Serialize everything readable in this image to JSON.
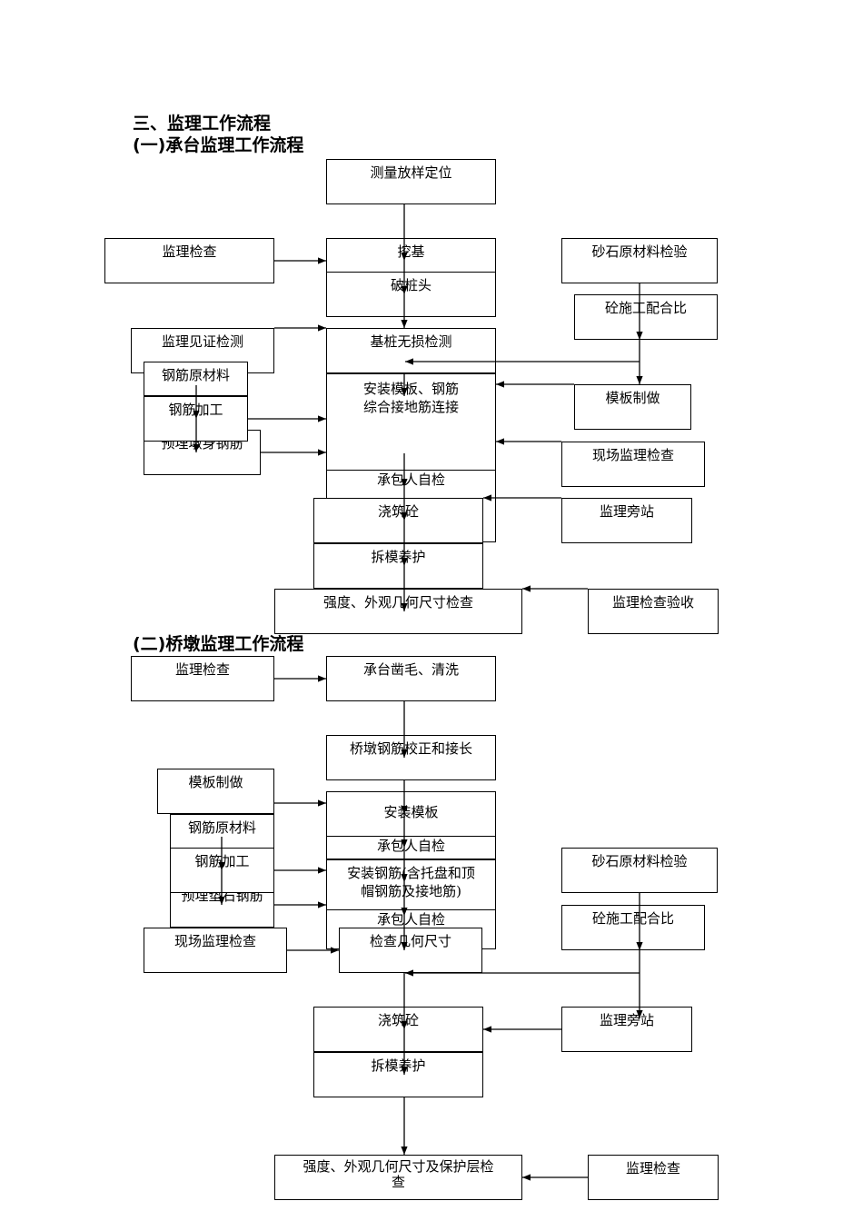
{
  "section_title": "三、监理工作流程",
  "flow1": {
    "title": "(一)承台监理工作流程",
    "boxes": {
      "survey": "测量放样定位",
      "excavate": "挖基",
      "pile_break": "破桩头",
      "pile_test": "基桩无损检测",
      "install": "安装模板、钢筋\n综合接地筋连接",
      "self_check": "承包人自检",
      "pour": "浇筑砼",
      "demold": "拆模养护",
      "final_check": "强度、外观几何尺寸检查",
      "sup_check": "监理检查",
      "sup_witness": "监理见证检测",
      "rebar_raw": "钢筋原材料",
      "rebar_proc": "钢筋加工",
      "rebar_embed": "预埋墩身钢筋",
      "aggregate": "砂石原材料检验",
      "mix": "砼施工配合比",
      "formwork": "模板制做",
      "site_sup": "现场监理检查",
      "side_station": "监理旁站",
      "sup_accept": "监理检查验收"
    }
  },
  "flow2": {
    "title": "(二)桥墩监理工作流程",
    "boxes": {
      "sup_check": "监理检查",
      "chisel": "承台凿毛、清洗",
      "rebar_fix": "桥墩钢筋校正和接长",
      "formwork_make": "模板制做",
      "install_form": "安装模板",
      "self_check1": "承包人自检",
      "rebar_raw": "钢筋原材料",
      "rebar_proc": "钢筋加工",
      "rebar_embed": "预埋垫石钢筋",
      "install_rebar": "安装钢筋(含托盘和顶\n帽钢筋及接地筋)",
      "self_check2": "承包人自检",
      "site_sup": "现场监理检查",
      "geo_check": "检查几何尺寸",
      "aggregate": "砂石原材料检验",
      "mix": "砼施工配合比",
      "pour": "浇筑砼",
      "side_station": "监理旁站",
      "demold": "拆模养护",
      "final_check": "强度、外观几何尺寸及保护层检\n查",
      "sup_final": "监理检查"
    }
  }
}
